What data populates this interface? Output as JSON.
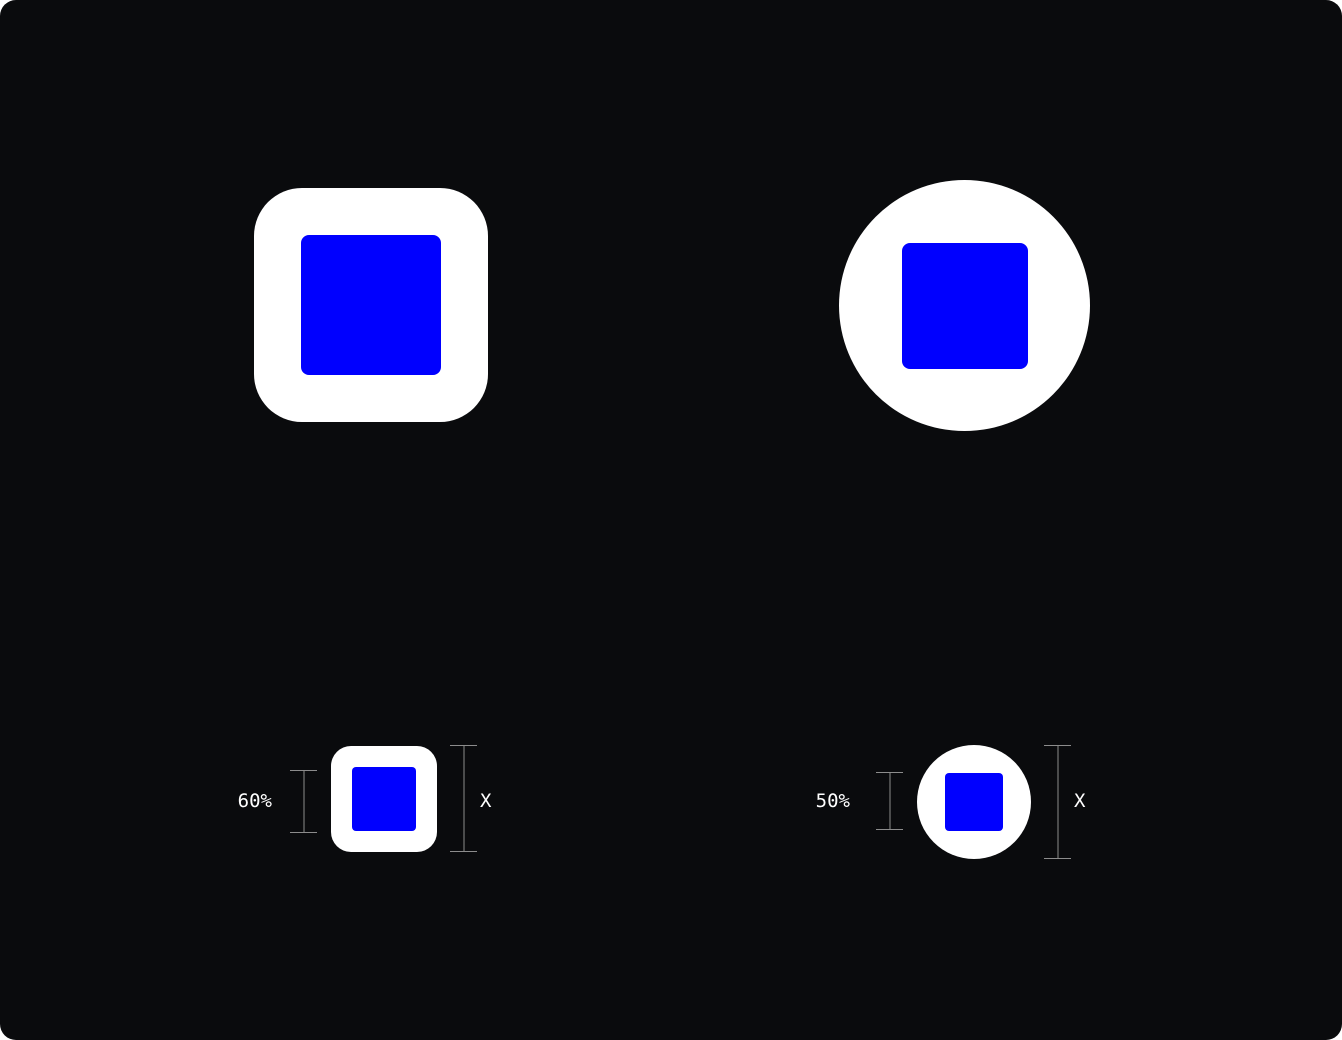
{
  "colors": {
    "background": "#0a0b0d",
    "container": "#ffffff",
    "glyph": "#0000ff",
    "label": "#ffffff",
    "dimension_line": "#8c8c8c"
  },
  "annotations": {
    "small_rounded": {
      "inner_ratio_label": "60%",
      "outer_size_label": "X"
    },
    "small_circle": {
      "inner_ratio_label": "50%",
      "outer_size_label": "X"
    }
  }
}
